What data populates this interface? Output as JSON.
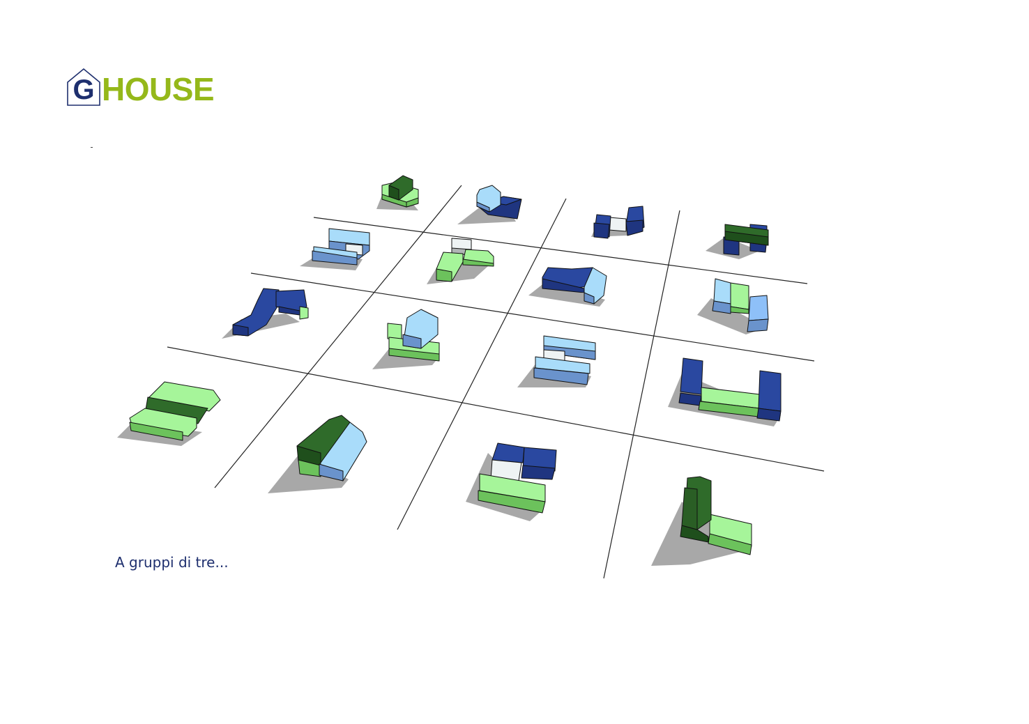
{
  "logo": {
    "letter": "G",
    "word": "HOUSE",
    "letter_color": "#1e2f6e",
    "word_color": "#95b81a"
  },
  "caption": "A gruppi di tre...",
  "diagram": {
    "description": "Axonometric 4x4 grid of house-block massing models, each composed of three volumes",
    "grid": {
      "rows": 4,
      "cols": 4
    },
    "colors": {
      "light_green": "#a6f59a",
      "green_side": "#6cc25c",
      "dark_green": "#2f6b2a",
      "light_blue": "#a9dcfa",
      "mid_blue": "#6a93cc",
      "dark_blue": "#2a48a0",
      "navy": "#1f3580",
      "white": "#eef3f4",
      "shadow": "#a3a3a3"
    },
    "cells": [
      {
        "row": 1,
        "col": 1,
        "colors": [
          "light_green",
          "light_green",
          "dark_green"
        ]
      },
      {
        "row": 1,
        "col": 2,
        "colors": [
          "light_blue",
          "dark_blue",
          "dark_blue"
        ]
      },
      {
        "row": 1,
        "col": 3,
        "colors": [
          "dark_blue",
          "white",
          "dark_blue"
        ]
      },
      {
        "row": 1,
        "col": 4,
        "colors": [
          "dark_green",
          "dark_blue",
          "dark_blue"
        ]
      },
      {
        "row": 2,
        "col": 1,
        "colors": [
          "light_blue",
          "white",
          "mid_blue"
        ]
      },
      {
        "row": 2,
        "col": 2,
        "colors": [
          "white",
          "light_green",
          "light_green"
        ]
      },
      {
        "row": 2,
        "col": 3,
        "colors": [
          "dark_blue",
          "dark_blue",
          "light_blue"
        ]
      },
      {
        "row": 2,
        "col": 4,
        "colors": [
          "light_blue",
          "light_green",
          "light_blue"
        ]
      },
      {
        "row": 3,
        "col": 1,
        "colors": [
          "dark_blue",
          "dark_blue",
          "light_green"
        ]
      },
      {
        "row": 3,
        "col": 2,
        "colors": [
          "light_green",
          "light_blue",
          "light_green"
        ]
      },
      {
        "row": 3,
        "col": 3,
        "colors": [
          "light_blue",
          "white",
          "light_blue"
        ]
      },
      {
        "row": 3,
        "col": 4,
        "colors": [
          "dark_blue",
          "light_green",
          "dark_blue"
        ]
      },
      {
        "row": 4,
        "col": 1,
        "colors": [
          "light_green",
          "dark_green",
          "light_green"
        ]
      },
      {
        "row": 4,
        "col": 2,
        "colors": [
          "dark_green",
          "light_blue",
          "light_blue"
        ]
      },
      {
        "row": 4,
        "col": 3,
        "colors": [
          "dark_blue",
          "white",
          "light_green"
        ]
      },
      {
        "row": 4,
        "col": 4,
        "colors": [
          "dark_green",
          "light_green",
          "light_green"
        ]
      }
    ]
  }
}
